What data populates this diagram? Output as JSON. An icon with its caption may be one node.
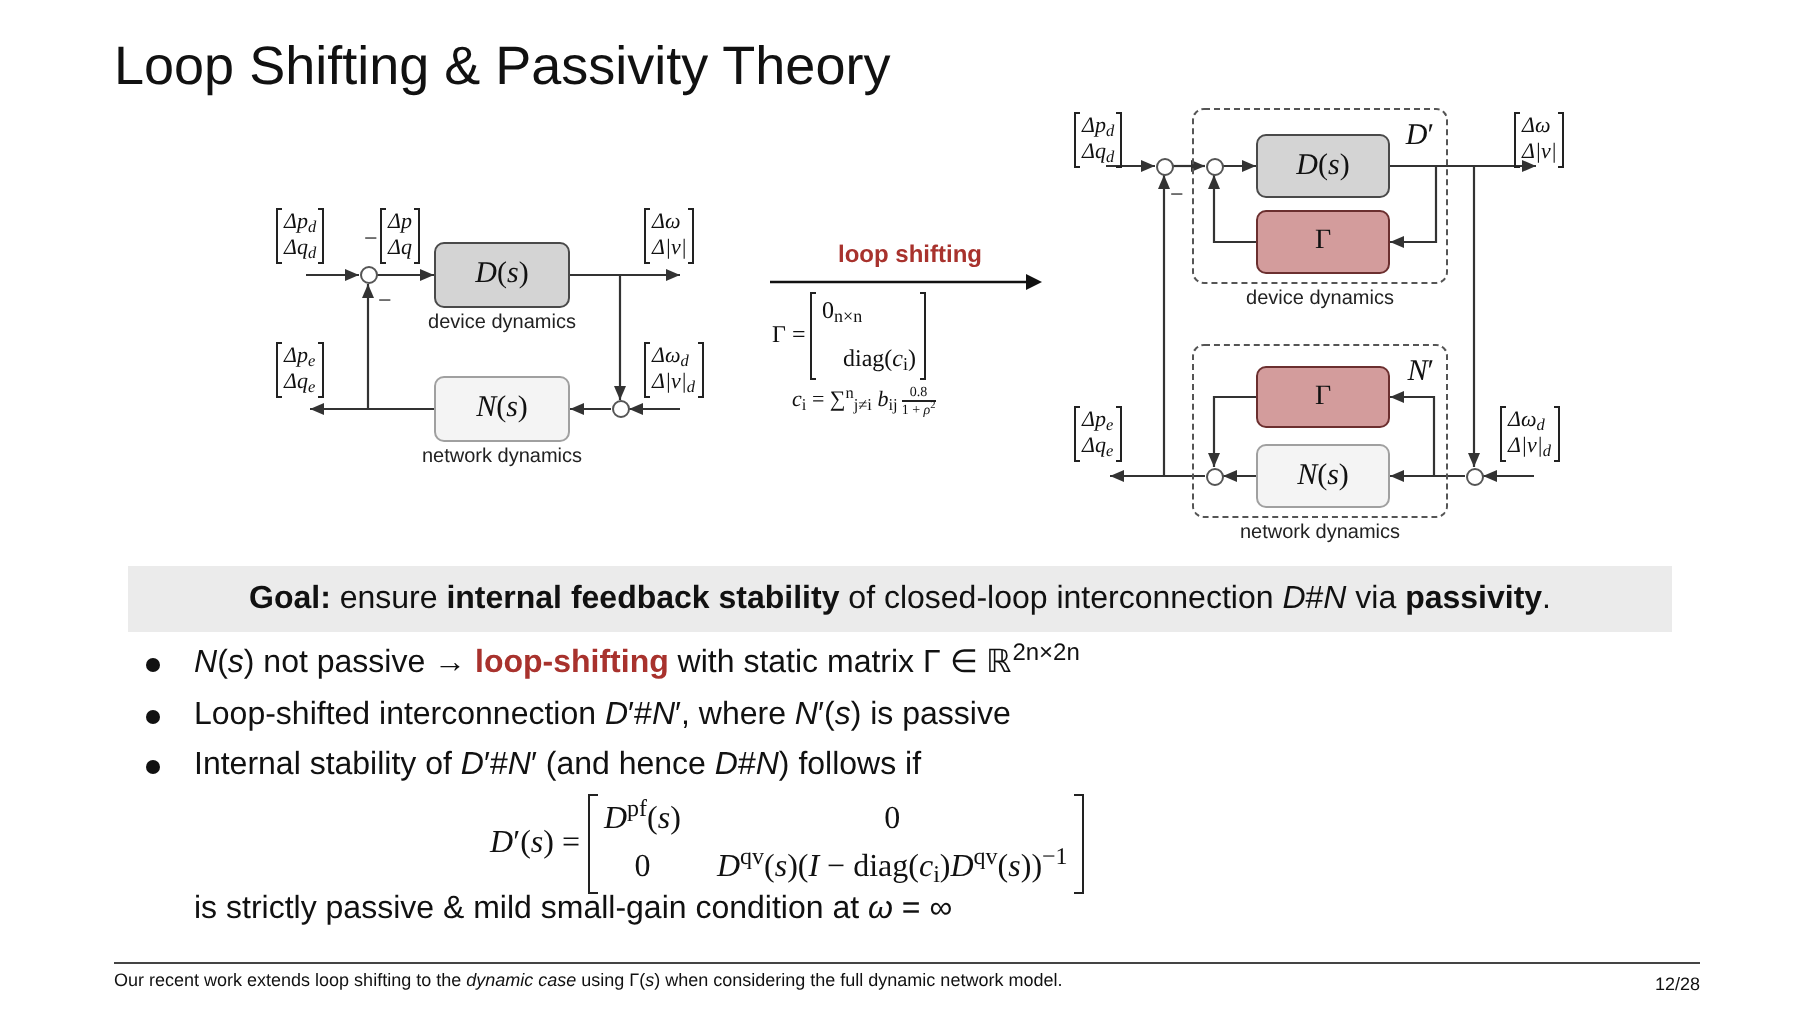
{
  "diagram": {
    "title": "Loop Shifting & Passivity Theory",
    "nodes": [
      {
        "text": [
          "Δp$_{d}$ Δq$_{d}$"
        ]
      },
      {
        "text": [],
        "shape": "circle"
      },
      {
        "text": [
          "*D*(*s*)"
        ],
        "beside": [
          "device dynamics"
        ]
      },
      {
        "text": [
          "Δω Δ|v|"
        ]
      },
      {
        "text": [
          "Δp$_{e}$ Δq$_{e}$"
        ]
      },
      {
        "text": [
          "*N*(*s*)"
        ],
        "beside": [
          "network dynamics"
        ]
      },
      {
        "text": [],
        "shape": "circle"
      },
      {
        "text": [
          "Δω$_{d}$ Δ|v|$_{d}$"
        ]
      },
      {
        "text": [
          "Δp$_{d}$ Δq$_{d}$"
        ]
      },
      {
        "text": [],
        "shape": "circle"
      },
      {
        "text": [
          "*D*′"
        ],
        "beside": [
          "device dynamics"
        ]
      },
      {
        "text": [],
        "shape": "circle",
        "in": 10
      },
      {
        "text": [
          "*D*(*s*)"
        ],
        "in": 10
      },
      {
        "text": [
          "Γ"
        ],
        "in": 10
      },
      {
        "text": [
          "Δω Δ|v|"
        ]
      },
      {
        "text": [
          "Δp$_{e}$ Δq$_{e}$"
        ]
      },
      {
        "text": [
          "*N*′"
        ],
        "beside": [
          "network dynamics"
        ]
      },
      {
        "text": [
          "Γ"
        ],
        "in": 16
      },
      {
        "text": [],
        "shape": "circle",
        "in": 16
      },
      {
        "text": [
          "*N*(*s*)"
        ],
        "in": 16
      },
      {
        "text": [],
        "shape": "circle"
      },
      {
        "text": [
          "Δω$_{d}$ Δ|v|$_{d}$"
        ]
      },
      {
        "text": [
          "**Goal:** ensure **internal feedback stability** of closed-loop interconnection *D*#*N* via **passivity**."
        ]
      }
    ],
    "edges": [
      {
        "from": 0,
        "to": 1,
        "arrow": "to"
      },
      {
        "from": 1,
        "to": 2,
        "arrow": "to"
      },
      {
        "from": 2,
        "to": 3,
        "arrow": "to"
      },
      {
        "from": 2,
        "to": 6,
        "arrow": "to"
      },
      {
        "from": 7,
        "to": 6,
        "arrow": "to"
      },
      {
        "from": 6,
        "to": 5,
        "arrow": "to"
      },
      {
        "from": 5,
        "to": 4,
        "arrow": "to"
      },
      {
        "from": 5,
        "to": 1,
        "arrow": "to"
      },
      {
        "from": 8,
        "to": 9,
        "arrow": "to"
      },
      {
        "from": 9,
        "to": 11,
        "arrow": "to"
      },
      {
        "from": 11,
        "to": 12,
        "arrow": "to"
      },
      {
        "from": 12,
        "to": 14,
        "arrow": "to"
      },
      {
        "from": 12,
        "to": 13,
        "arrow": "to"
      },
      {
        "from": 12,
        "to": 20,
        "arrow": "to"
      },
      {
        "from": 13,
        "to": 11,
        "arrow": "to"
      },
      {
        "from": 21,
        "to": 20,
        "arrow": "to"
      },
      {
        "from": 20,
        "to": 19,
        "arrow": "to"
      },
      {
        "from": 20,
        "to": 17,
        "arrow": "to"
      },
      {
        "from": 17,
        "to": 18,
        "arrow": "to"
      },
      {
        "from": 19,
        "to": 18,
        "arrow": "to"
      },
      {
        "from": 18,
        "to": 15,
        "arrow": "to"
      },
      {
        "from": 18,
        "to": 9,
        "arrow": "to"
      }
    ],
    "labels": [
      "−",
      "Δp Δq",
      "−",
      "loop shifting",
      "Γ =",
      "0$_{n×n}$",
      "diag(*c*$_{i}$)",
      "*c*$_{i}$ = ∑$^{n}$$_{j≠i}$ *b*$_{ij}$",
      "0.8",
      "1 + *ρ*$^{2}$",
      "−",
      "*N*(*s*) not passive → **loop-shifting** with static matrix Γ ∈ ℝ$^{2n×2n}$",
      "Loop-shifted interconnection *D*′#*N*′, where *N*′(*s*) is passive",
      "Internal stability of *D*′#*N*′ (and hence *D*#*N*) follows if",
      "*D*′(*s*) =",
      "*D*$^{pf}$(*s*)",
      "0",
      "0",
      "*D*$^{qv}$(*s*)(*I* − diag(*c*$_{i}$)*D*$^{qv}$(*s*))$^{−1}$",
      "is strictly passive & mild small-gain condition at *ω* = ∞",
      "Our recent work extends loop shifting to the *dynamic case* using Γ(*s*) when considering the full dynamic network model.",
      "12/28"
    ]
  }
}
